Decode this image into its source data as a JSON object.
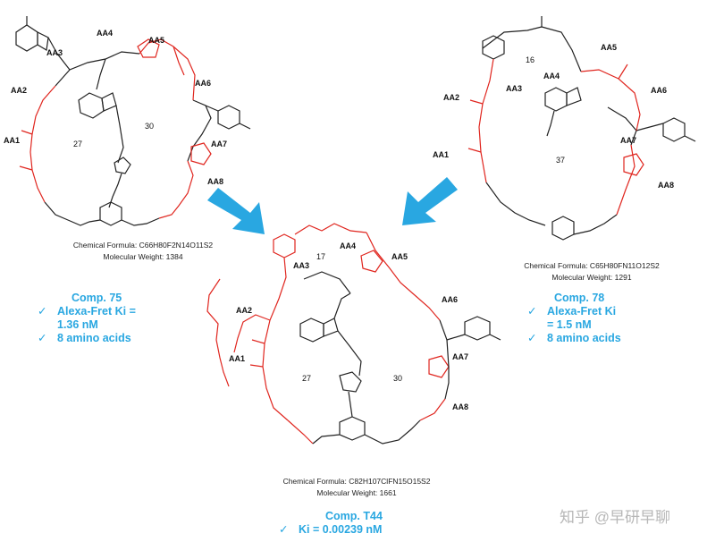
{
  "left_molecule": {
    "aa_labels": [
      "AA1",
      "AA2",
      "AA3",
      "AA4",
      "AA5",
      "AA6",
      "AA7",
      "AA8"
    ],
    "ring_sizes": [
      "27",
      "30"
    ],
    "formula": "Chemical Formula: C66H80F2N14O11S2",
    "mw": "Molecular Weight: 1384",
    "comp": {
      "name": "Comp. 75",
      "line1": "Alexa-Fret  Ki =",
      "line2": "1.36 nM",
      "line3": "8 amino acids"
    }
  },
  "right_molecule": {
    "aa_labels": [
      "AA1",
      "AA2",
      "AA3",
      "AA4",
      "AA5",
      "AA6",
      "AA7",
      "AA8"
    ],
    "ring_sizes": [
      "16",
      "37"
    ],
    "formula": "Chemical Formula: C65H80FN11O12S2",
    "mw": "Molecular Weight: 1291",
    "comp": {
      "name": "Comp. 78",
      "line1": "Alexa-Fret  Ki",
      "line2": "= 1.5 nM",
      "line3": "8 amino acids"
    }
  },
  "center_molecule": {
    "aa_labels": [
      "AA1",
      "AA2",
      "AA3",
      "AA4",
      "AA5",
      "AA6",
      "AA7",
      "AA8"
    ],
    "ring_sizes": [
      "17",
      "27",
      "30"
    ],
    "formula": "Chemical Formula: C82H107ClFN15O15S2",
    "mw": "Molecular Weight: 1661",
    "comp": {
      "name": "Comp. T44",
      "line1": "Ki = 0.00239 nM"
    }
  },
  "watermark": "知乎 @早研早聊",
  "check_glyph": "✓",
  "colors": {
    "arrow": "#29a7e1",
    "red_bonds": "#e0261f",
    "black_bonds": "#222222",
    "accent_text": "#29a7e1"
  }
}
